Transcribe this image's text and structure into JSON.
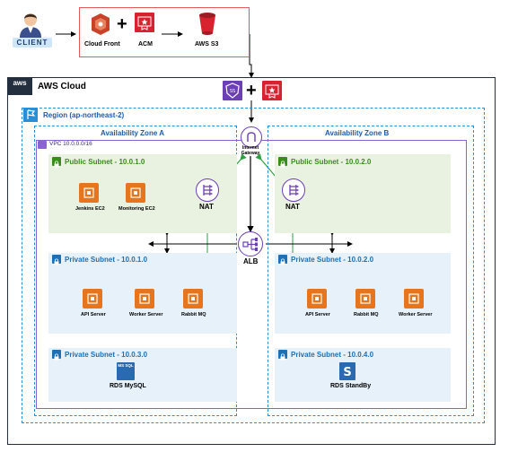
{
  "client": {
    "label": "CLIENT"
  },
  "edge": {
    "cloudfront": "Cloud Front",
    "acm": "ACM",
    "s3": "AWS S3"
  },
  "aws_cloud": {
    "logo": "aws",
    "title": "AWS Cloud"
  },
  "region": {
    "title": "Region (ap-northeast-2)"
  },
  "vpc": {
    "title": "VPC 10.0.0.0/16"
  },
  "igw": {
    "label": "Internet Gateway"
  },
  "alb": {
    "label": "ALB"
  },
  "zone_a": {
    "title": "Availability Zone A",
    "public": {
      "title": "Public Subnet - 10.0.1.0",
      "items": [
        "Jenkins EC2",
        "Monitoring EC2"
      ],
      "nat": "NAT"
    },
    "private": {
      "title": "Private Subnet - 10.0.1.0",
      "items": [
        "API Server",
        "Worker Server",
        "Rabbit MQ"
      ]
    },
    "db": {
      "title": "Private Subnet - 10.0.3.0",
      "db_label": "RDS MySQL",
      "db_icon_text": "MS SQL"
    }
  },
  "zone_b": {
    "title": "Availability Zone B",
    "public": {
      "title": "Public Subnet - 10.0.2.0",
      "nat": "NAT"
    },
    "private": {
      "title": "Private Subnet - 10.0.2.0",
      "items": [
        "API Server",
        "Rabbit MQ",
        "Worker Server"
      ]
    },
    "db": {
      "title": "Private Subnet - 10.0.4.0",
      "db_label": "RDS StandBy"
    }
  },
  "colors": {
    "public_bg": "#e9f2e1",
    "public_text": "#3b8a1e",
    "private_bg": "#e6f1f9",
    "private_text": "#1e6fb3",
    "ec2": "#e7751d",
    "waf": "#d6232f",
    "acm": "#d6232f",
    "s3": "#d6232f",
    "cloudfront": "#c8432a",
    "shield": "#6b3fb5",
    "network": "#6b3fb5",
    "arrow_green": "#2ea043"
  }
}
